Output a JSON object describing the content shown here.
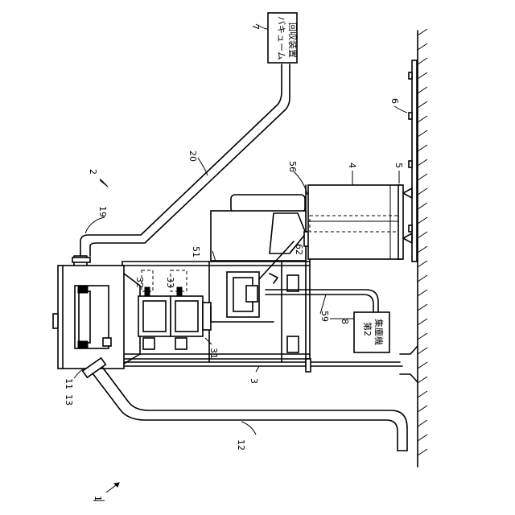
{
  "labels": {
    "ref_1": "1",
    "ref_2": "2",
    "ref_3": "3",
    "ref_4": "4",
    "ref_5": "5",
    "ref_6": "6",
    "ref_7": "7",
    "ref_8": "8",
    "ref_11": "11",
    "ref_12": "12",
    "ref_13": "13",
    "ref_19": "19",
    "ref_20": "20",
    "ref_31": "31",
    "ref_32": "32",
    "ref_33": "33",
    "ref_51": "51",
    "ref_56": "56",
    "ref_59": "59",
    "ref_62": "62"
  },
  "vacuum_box": {
    "line1": "バキューム",
    "line2": "回収装置"
  },
  "collector_box": {
    "line1": "第2",
    "line2": "集塵機"
  }
}
